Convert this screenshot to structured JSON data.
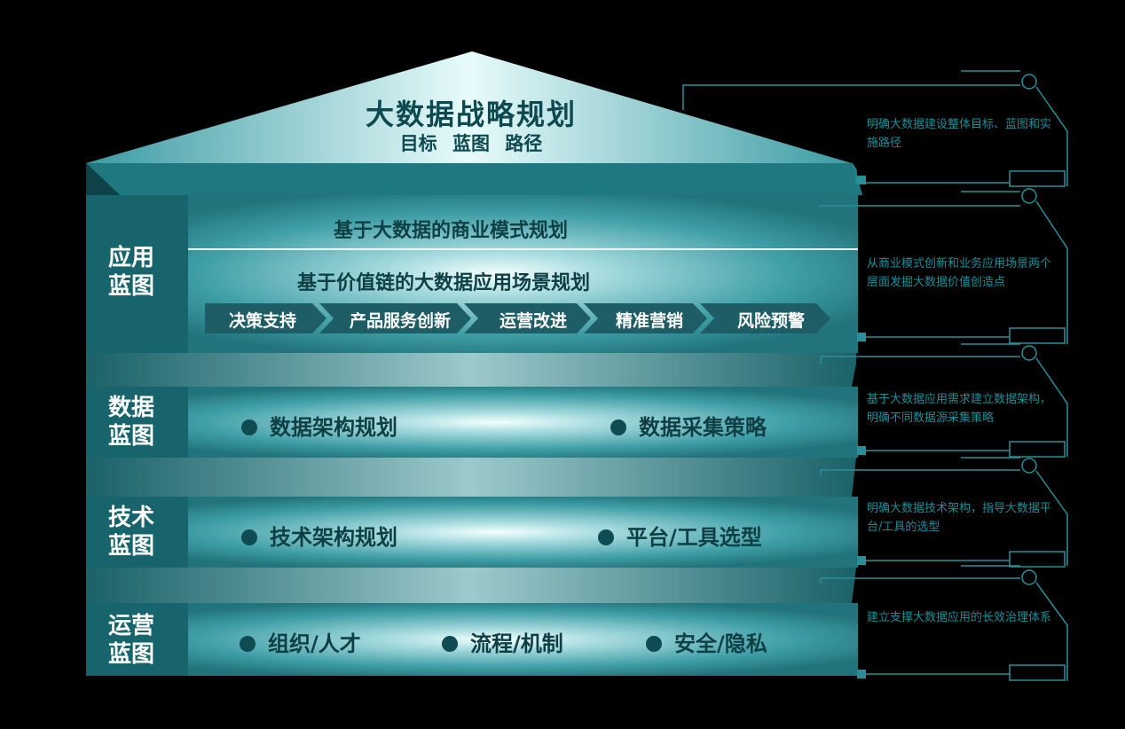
{
  "roof": {
    "title": "大数据战略规划",
    "subtitle": "目标 蓝图 路径"
  },
  "layers": [
    {
      "label_line1": "应用",
      "label_line2": "蓝图",
      "rows": [
        "基于大数据的商业模式规划",
        "基于价值链的大数据应用场景规划"
      ],
      "chevrons": [
        "决策支持",
        "产品服务创新",
        "运营改进",
        "精准营销",
        "风险预警"
      ]
    },
    {
      "label_line1": "数据",
      "label_line2": "蓝图",
      "items": [
        "数据架构规划",
        "数据采集策略"
      ]
    },
    {
      "label_line1": "技术",
      "label_line2": "蓝图",
      "items": [
        "技术架构规划",
        "平台/工具选型"
      ]
    },
    {
      "label_line1": "运营",
      "label_line2": "蓝图",
      "items": [
        "组织/人才",
        "流程/机制",
        "安全/隐私"
      ]
    }
  ],
  "descriptions": [
    "明确大数据建设整体目标、蓝图和实施路径",
    "从商业模式创新和业务应用场景两个层面发掘大数据价值创造点",
    "基于大数据应用需求建立数据架构，明确不同数据源采集策略",
    "明确大数据技术架构，指导大数据平台/工具的选型",
    "建立支撑大数据应用的长效治理体系"
  ],
  "colors": {
    "panel_dark": "#1f6f78",
    "panel_mid": "#3f9ea6",
    "highlight": "#e9fbfb",
    "label_bg": "#17646c",
    "chevron": "#1e5d65",
    "connector": "#2a8f99",
    "text_dark": "#0e3f44"
  }
}
